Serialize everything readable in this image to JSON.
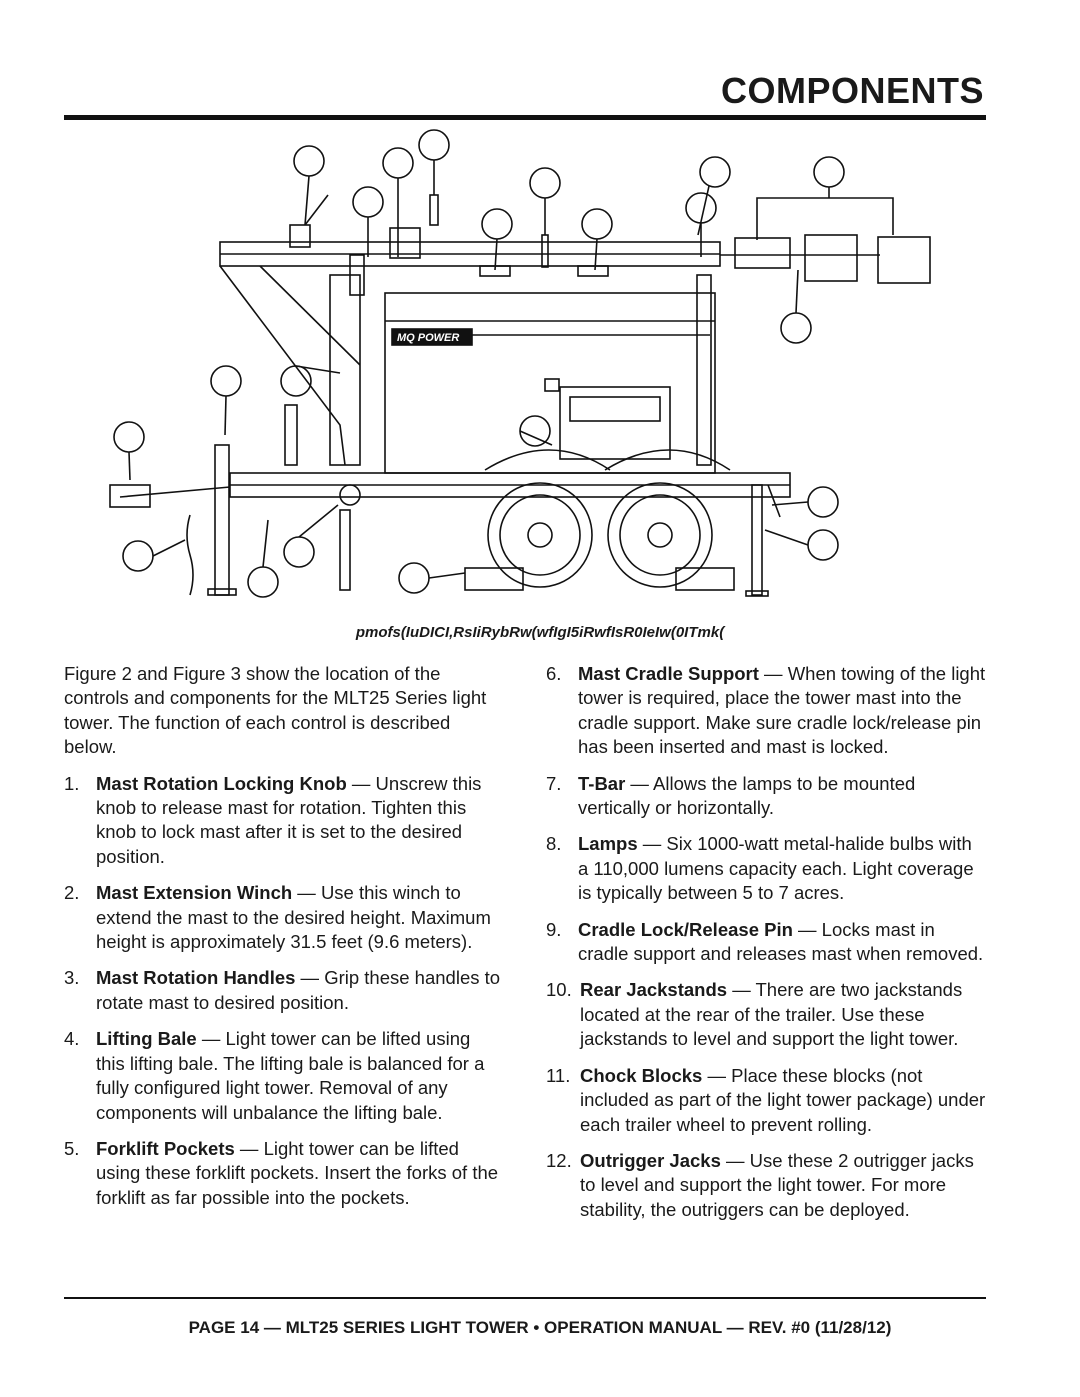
{
  "header": {
    "title": "COMPONENTS"
  },
  "figure": {
    "logo_text": "MQ POWER",
    "caption": "pmofs(IuDICI,RsIiRybRw(wfIgI5iRwfIsR0IeIw(0ITmk("
  },
  "intro": "Figure 2 and Figure 3 show the location of the controls and components for the MLT25 Series light tower. The function of each control is described below.",
  "items": [
    {
      "num": "1.",
      "term": "Mast Rotation Locking Knob",
      "desc": " — Unscrew this knob to release mast for rotation. Tighten this knob to lock mast after it is set to the desired position."
    },
    {
      "num": "2.",
      "term": "Mast Extension Winch",
      "desc": " — Use this winch to extend the mast to the desired height. Maximum height is approximately 31.5 feet (9.6 meters)."
    },
    {
      "num": "3.",
      "term": "Mast Rotation Handles",
      "desc": " — Grip these handles to rotate mast to desired position."
    },
    {
      "num": "4.",
      "term": "Lifting Bale",
      "desc": " — Light tower can be lifted using this lifting bale. The lifting bale is balanced for a fully configured light tower. Removal of any components will unbalance the lifting bale."
    },
    {
      "num": "5.",
      "term": "Forklift Pockets",
      "desc": " — Light tower can be lifted using these forklift pockets. Insert the forks of the forklift as far possible into the pockets."
    },
    {
      "num": "6.",
      "term": "Mast Cradle Support",
      "desc": " — When towing of the light tower is required, place the tower mast into the cradle support. Make sure cradle lock/release pin has been inserted and mast is locked."
    },
    {
      "num": "7.",
      "term": "T-Bar",
      "desc": " — Allows the lamps to be mounted vertically or horizontally."
    },
    {
      "num": "8.",
      "term": "Lamps",
      "desc": " — Six 1000-watt metal-halide bulbs with a 110,000 lumens capacity each. Light coverage is typically between 5 to 7 acres."
    },
    {
      "num": "9.",
      "term": "Cradle Lock/Release Pin",
      "desc": " — Locks mast in cradle support and releases mast when removed."
    },
    {
      "num": "10.",
      "term": "Rear Jackstands",
      "desc": " — There are two jackstands located at the rear of the trailer. Use these jackstands to level and support the light tower."
    },
    {
      "num": "11.",
      "term": "Chock Blocks",
      "desc": " — Place these blocks (not included as part of the light tower package) under each trailer wheel to prevent rolling."
    },
    {
      "num": "12.",
      "term": "Outrigger Jacks",
      "desc": " — Use these 2 outrigger jacks to level and support the light tower. For more stability, the outriggers can be deployed."
    }
  ],
  "footer": "PAGE 14 — MLT25 SERIES LIGHT TOWER • OPERATION MANUAL — REV. #0 (11/28/12)"
}
